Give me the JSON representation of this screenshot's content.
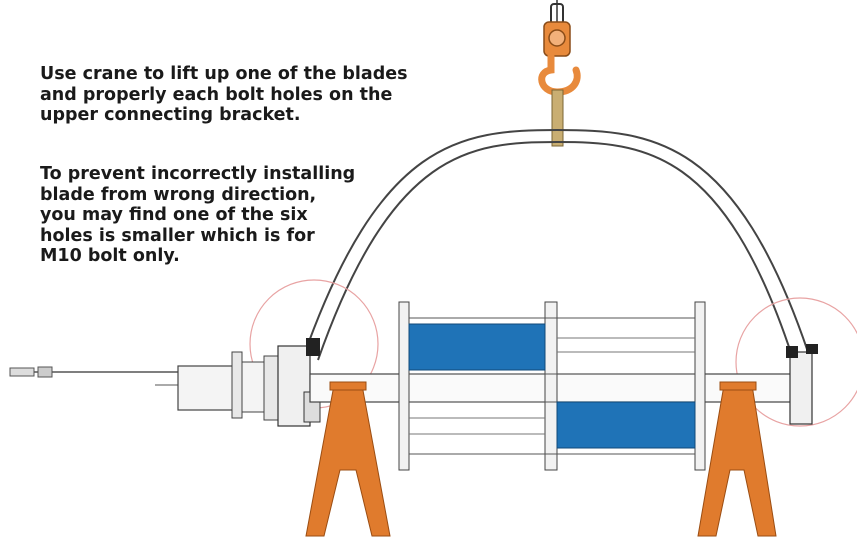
{
  "instructions": {
    "paragraph_1": [
      "Use crane to lift up one of the blades",
      "and properly each bolt holes on the",
      "upper connecting bracket."
    ],
    "paragraph_2": [
      "To prevent incorrectly installing",
      "blade from wrong direction,",
      "you may find one of the six",
      "holes is smaller which is for",
      "M10 bolt only."
    ]
  },
  "colors": {
    "text": "#1a1a1a",
    "blade_panel": "#1f73b7",
    "stand": "#e07b2d",
    "hook": "#e88a3c",
    "sling": "#c9ae72",
    "detail_circle": "#e8a3a3",
    "outline": "#333333"
  },
  "icons": {
    "crane_hook": "crane-hook-icon",
    "support_stand": "a-frame-stand-icon"
  }
}
